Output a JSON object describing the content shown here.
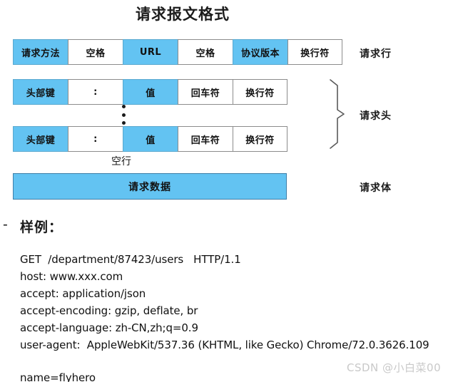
{
  "title": "请求报文格式",
  "request_line": {
    "side_label": "请求行",
    "cells": [
      {
        "text": "请求方法",
        "highlight": true
      },
      {
        "text": "空格",
        "highlight": false
      },
      {
        "text": "URL",
        "highlight": true
      },
      {
        "text": "空格",
        "highlight": false
      },
      {
        "text": "协议版本",
        "highlight": true
      },
      {
        "text": "换行符",
        "highlight": false
      }
    ]
  },
  "request_headers": {
    "side_label": "请求头",
    "ellipsis": "⋮",
    "rows": [
      {
        "cells": [
          {
            "text": "头部键",
            "highlight": true
          },
          {
            "text": ":",
            "highlight": false
          },
          {
            "text": "值",
            "highlight": true
          },
          {
            "text": "回车符",
            "highlight": false
          },
          {
            "text": "换行符",
            "highlight": false
          }
        ]
      },
      {
        "cells": [
          {
            "text": "头部键",
            "highlight": true
          },
          {
            "text": ":",
            "highlight": false
          },
          {
            "text": "值",
            "highlight": true
          },
          {
            "text": "回车符",
            "highlight": false
          },
          {
            "text": "换行符",
            "highlight": false
          }
        ]
      }
    ]
  },
  "blank_line_label": "空行",
  "request_body": {
    "text": "请求数据",
    "side_label": "请求体"
  },
  "sample": {
    "bullet": "-",
    "heading": "样例：",
    "lines": [
      "GET  /department/87423/users   HTTP/1.1",
      "host: www.xxx.com",
      "accept: application/json",
      "accept-encoding: gzip, deflate, br",
      "accept-language: zh-CN,zh;q=0.9",
      "user-agent:  AppleWebKit/537.36 (KHTML, like Gecko) Chrome/72.0.3626.109",
      "",
      "name=flyhero"
    ]
  },
  "watermark": "CSDN @小白菜00",
  "colors": {
    "highlight_blue": "#63c3f2",
    "cell_border": "#8c8c8c",
    "body_border": "#3f7fa8",
    "text": "#111111",
    "watermark": "#c9c9c9"
  }
}
